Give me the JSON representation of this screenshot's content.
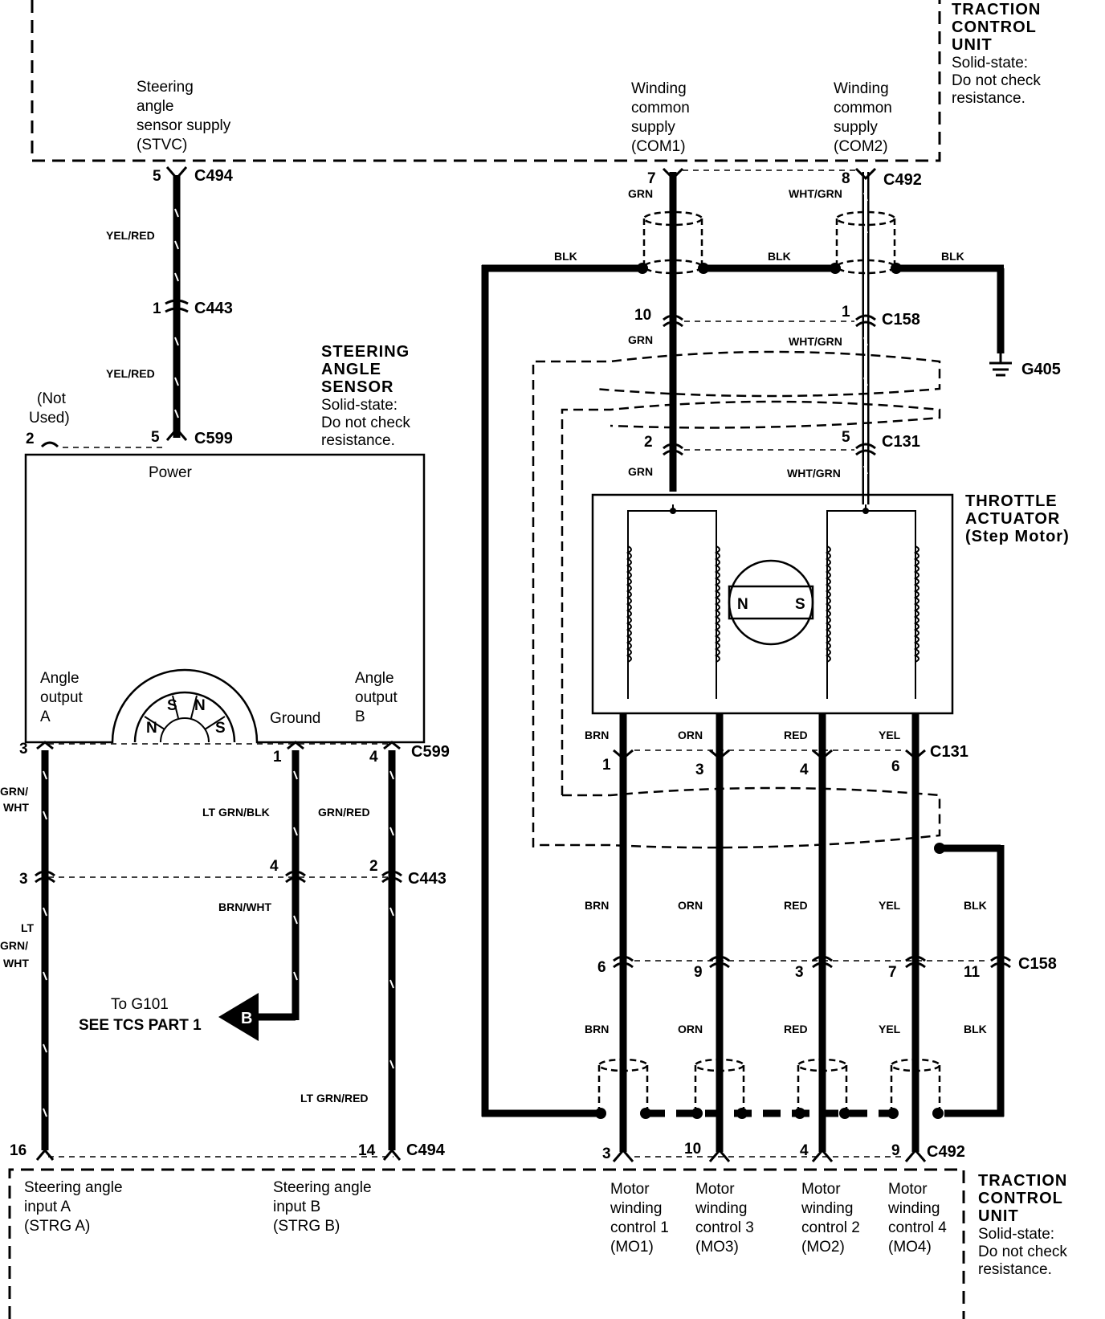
{
  "tcu_top": {
    "title": [
      "TRACTION",
      "CONTROL",
      "UNIT"
    ],
    "note": [
      "Solid-state:",
      "Do not check",
      "resistance."
    ],
    "stvc": [
      "Steering",
      "angle",
      "sensor supply",
      "(STVC)"
    ],
    "com1": [
      "Winding",
      "common",
      "supply",
      "(COM1)"
    ],
    "com2": [
      "Winding",
      "common",
      "supply",
      "(COM2)"
    ]
  },
  "tcu_bottom": {
    "title": [
      "TRACTION",
      "CONTROL",
      "UNIT"
    ],
    "note": [
      "Solid-state:",
      "Do not check",
      "resistance."
    ],
    "strg_a": [
      "Steering angle",
      "input A",
      "(STRG A)"
    ],
    "strg_b": [
      "Steering angle",
      "input B",
      "(STRG B)"
    ],
    "mo1": [
      "Motor",
      "winding",
      "control 1",
      "(MO1)"
    ],
    "mo3": [
      "Motor",
      "winding",
      "control 3",
      "(MO3)"
    ],
    "mo2": [
      "Motor",
      "winding",
      "control 2",
      "(MO2)"
    ],
    "mo4": [
      "Motor",
      "winding",
      "control 4",
      "(MO4)"
    ]
  },
  "sensor": {
    "title": [
      "STEERING",
      "ANGLE",
      "SENSOR"
    ],
    "note": [
      "Solid-state:",
      "Do not check",
      "resistance."
    ],
    "power": "Power",
    "out_a": [
      "Angle",
      "output",
      "A"
    ],
    "out_b": [
      "Angle",
      "output",
      "B"
    ],
    "ground": "Ground",
    "not_used": [
      "(Not",
      "Used)"
    ],
    "poles": [
      "N",
      "S",
      "N",
      "S"
    ]
  },
  "actuator": {
    "title": [
      "THROTTLE",
      "ACTUATOR",
      "(Step Motor)"
    ],
    "magnet_n": "N",
    "magnet_s": "S"
  },
  "ground_ref": {
    "to_text": "To G101",
    "see_text": "SEE TCS PART 1",
    "letter": "B"
  },
  "ground_symbol": "G405",
  "connectors": {
    "c494_top": "C494",
    "c443_top": "C443",
    "c599_top": "C599",
    "c492_top": "C492",
    "c158_top": "C158",
    "c131_top": "C131",
    "c599_bot": "C599",
    "c443_bot": "C443",
    "c494_bot": "C494",
    "c131_bot": "C131",
    "c158_bot": "C158",
    "c492_bot": "C492"
  },
  "pins": {
    "stvc_c494": "5",
    "stvc_c443": "1",
    "stvc_c599": "5",
    "not_used_pin": "2",
    "com1_c492": "7",
    "com2_c492": "8",
    "com1_c158": "10",
    "com2_c158": "1",
    "com1_c131": "2",
    "com2_c131": "5",
    "a_c599": "3",
    "gnd_c599": "1",
    "b_c599": "4",
    "a_c443": "3",
    "gnd_c443": "4",
    "b_c443": "2",
    "a_c494": "16",
    "b_c494": "14",
    "mo1_c131": "1",
    "mo3_c131": "3",
    "mo2_c131": "4",
    "mo4_c131": "6",
    "mo1_c158": "6",
    "mo3_c158": "9",
    "mo2_c158": "3",
    "mo4_c158": "7",
    "shield_c158": "11",
    "mo1_c492": "3",
    "mo3_c492": "10",
    "mo2_c492": "4",
    "mo4_c492": "9"
  },
  "wires": {
    "yel_red_1": "YEL/RED",
    "yel_red_2": "YEL/RED",
    "grn_1": "GRN",
    "grn_2": "GRN",
    "grn_3": "GRN",
    "wht_grn_1": "WHT/GRN",
    "wht_grn_2": "WHT/GRN",
    "wht_grn_3": "WHT/GRN",
    "blk_left": "BLK",
    "blk_mid": "BLK",
    "blk_right": "BLK",
    "grn_wht": [
      "GRN/",
      "WHT"
    ],
    "lt_grn_wht": [
      "LT",
      "GRN/",
      "WHT"
    ],
    "lt_grn_blk": "LT GRN/BLK",
    "grn_red": "GRN/RED",
    "brn_wht": "BRN/WHT",
    "lt_grn_red": "LT GRN/RED",
    "brn_1": "BRN",
    "orn_1": "ORN",
    "red_1": "RED",
    "yel_1": "YEL",
    "brn_2": "BRN",
    "orn_2": "ORN",
    "red_2": "RED",
    "yel_2": "YEL",
    "blk_2": "BLK",
    "brn_3": "BRN",
    "orn_3": "ORN",
    "red_3": "RED",
    "yel_3": "YEL",
    "blk_3": "BLK"
  }
}
